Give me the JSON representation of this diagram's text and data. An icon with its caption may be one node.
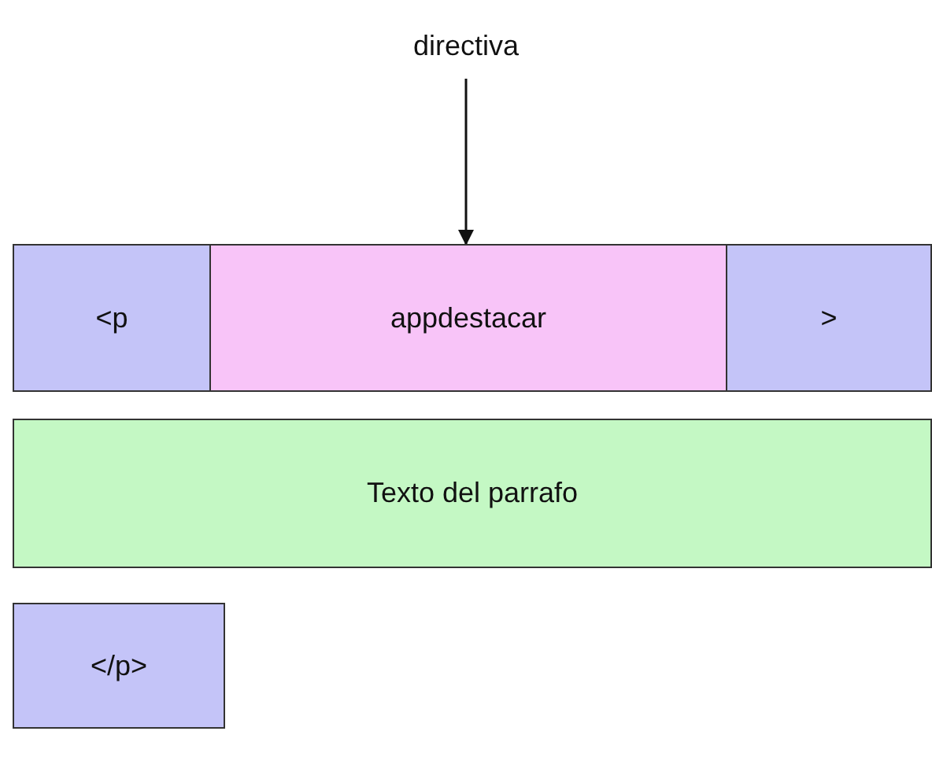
{
  "diagram": {
    "nodes": [
      {
        "text": [
          "directiva"
        ]
      },
      {
        "text": [
          "<p"
        ]
      },
      {
        "text": [
          "appdestacar"
        ]
      },
      {
        "text": [
          ">"
        ]
      },
      {
        "text": [
          "Texto del parrafo"
        ]
      },
      {
        "text": [
          "</p>"
        ]
      }
    ],
    "edges": [
      {
        "from": 0,
        "to": 2,
        "arrow": "to"
      }
    ]
  }
}
